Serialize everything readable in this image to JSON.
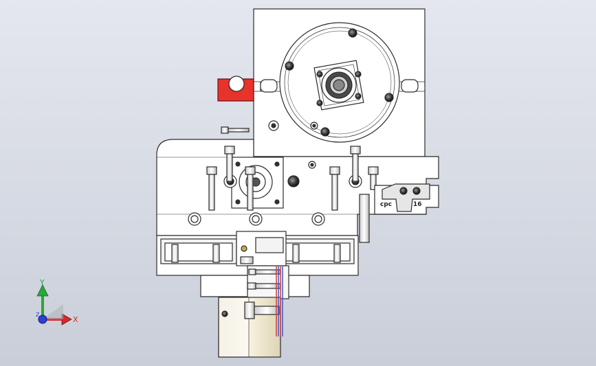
{
  "model": {
    "engraving_left": "cpc",
    "engraving_right": "16"
  },
  "triad": {
    "axis_y": "Y",
    "axis_x": "X",
    "axis_z": "Z",
    "color_y": "#27a83a",
    "color_x": "#d42a2a",
    "color_z": "#2c3fd6"
  },
  "colors": {
    "background_top": "#e4e7ef",
    "background_bottom": "#c9ced8",
    "part_fill": "#ffffff",
    "edge": "#2b2b2b",
    "clamp_red": "#e8322c",
    "motor_body": "#f2ecd6",
    "wire_red": "#d03a3a",
    "wire_blue": "#3a58c8"
  }
}
